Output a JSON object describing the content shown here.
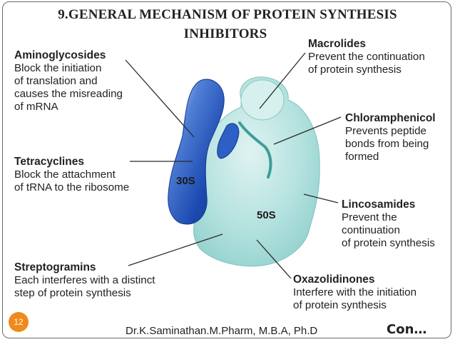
{
  "title": {
    "line1": "9.GENERAL MECHANISM OF PROTEIN SYNTHESIS",
    "line2": "INHIBITORS"
  },
  "subunits": {
    "small": "30S",
    "large": "50S"
  },
  "drugs": [
    {
      "name": "Aminoglycosides",
      "effect": "Block the initiation\nof translation and\ncauses the misreading\nof mRNA"
    },
    {
      "name": "Tetracyclines",
      "effect": "Block the attachment\nof tRNA to the ribosome"
    },
    {
      "name": "Streptogramins",
      "effect": "Each interferes with a distinct\nstep of protein synthesis"
    },
    {
      "name": "Macrolides",
      "effect": "Prevent the continuation\nof protein synthesis"
    },
    {
      "name": "Chloramphenicol",
      "effect": "Prevents peptide\nbonds from being\nformed"
    },
    {
      "name": "Lincosamides",
      "effect": "Prevent the\ncontinuation\nof protein synthesis"
    },
    {
      "name": "Oxazolidinones",
      "effect": "Interfere with the initiation\nof protein synthesis"
    }
  ],
  "footer": {
    "page_number": "12",
    "author": "Dr.K.Saminathan.M.Pharm, M.B.A, Ph.D",
    "continue_label": "Con…"
  },
  "colors": {
    "small_subunit": "#1f4fb5",
    "large_subunit": "#a9dcd9",
    "accent_page": "#f08a1c"
  }
}
